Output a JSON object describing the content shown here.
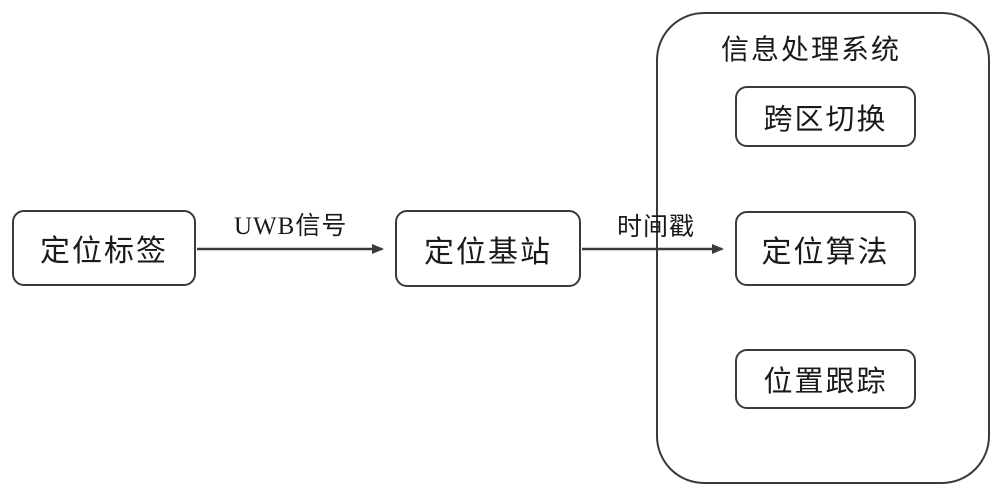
{
  "diagram": {
    "nodes": {
      "tag_label": "定位标签",
      "base_station_label": "定位基站",
      "system_title": "信息处理系统",
      "handover_label": "跨区切换",
      "algorithm_label": "定位算法",
      "tracking_label": "位置跟踪"
    },
    "edges": {
      "uwb_signal_label": "UWB信号",
      "timestamp_label": "时间戳"
    },
    "colors": {
      "border": "#3a3a3a",
      "text": "#1a1a1a",
      "background": "#ffffff"
    }
  }
}
